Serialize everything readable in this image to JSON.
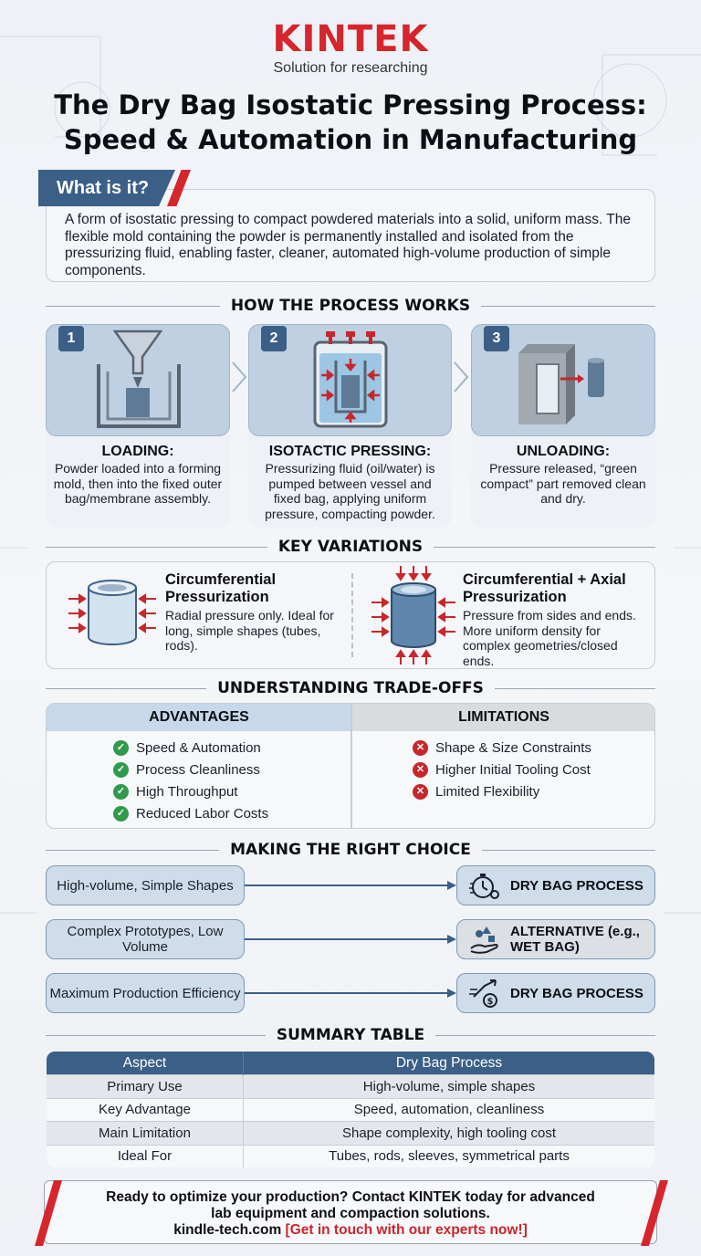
{
  "brand": {
    "logo": "KINTEK",
    "tagline": "Solution for researching"
  },
  "title": {
    "line1": "The Dry Bag Isostatic Pressing Process:",
    "line2": "Speed & Automation in Manufacturing"
  },
  "what": {
    "label": "What is it?",
    "text": "A form of isostatic pressing to compact powdered materials into a solid, uniform mass. The flexible mold containing the powder is permanently installed and isolated from the pressurizing fluid, enabling faster, cleaner, automated high-volume production of simple components."
  },
  "process": {
    "heading": "HOW THE PROCESS WORKS",
    "steps": [
      {
        "num": "1",
        "title": "LOADING:",
        "text": "Powder loaded into a forming mold, then into the fixed outer bag/membrane assembly."
      },
      {
        "num": "2",
        "title": "ISOTACTIC PRESSING:",
        "text": "Pressurizing fluid (oil/water) is pumped between vessel and fixed bag, applying uniform pressure, compacting powder."
      },
      {
        "num": "3",
        "title": "UNLOADING:",
        "text": "Pressure released, “green compact” part removed clean and dry."
      }
    ]
  },
  "variations": {
    "heading": "KEY VARIATIONS",
    "items": [
      {
        "title": "Circumferential Pressurization",
        "text": "Radial pressure only. Ideal for long, simple shapes (tubes, rods)."
      },
      {
        "title": "Circumferential + Axial Pressurization",
        "text": "Pressure from sides and ends. More uniform density for complex geometries/closed ends."
      }
    ]
  },
  "tradeoffs": {
    "heading": "UNDERSTANDING TRADE-OFFS",
    "advantages_label": "ADVANTAGES",
    "limitations_label": "LIMITATIONS",
    "advantages": [
      "Speed & Automation",
      "Process Cleanliness",
      "High Throughput",
      "Reduced Labor Costs"
    ],
    "limitations": [
      "Shape & Size Constraints",
      "Higher Initial Tooling Cost",
      "Limited Flexibility"
    ]
  },
  "choice": {
    "heading": "MAKING THE RIGHT CHOICE",
    "rows": [
      {
        "left": "High-volume, Simple Shapes",
        "right": "DRY BAG PROCESS",
        "icon": "stopwatch-gear-icon",
        "bg": "#cfdcea"
      },
      {
        "left": "Complex Prototypes, Low Volume",
        "right": "ALTERNATIVE (e.g., WET BAG)",
        "icon": "hand-shapes-icon",
        "bg": "#dcdfe3"
      },
      {
        "left": "Maximum Production Efficiency",
        "right": "DRY BAG PROCESS",
        "icon": "growth-dollar-icon",
        "bg": "#cfdcea"
      }
    ]
  },
  "summary": {
    "heading": "SUMMARY TABLE",
    "columns": [
      "Aspect",
      "Dry Bag Process"
    ],
    "rows": [
      [
        "Primary Use",
        "High-volume, simple shapes"
      ],
      [
        "Key Advantage",
        "Speed, automation, cleanliness"
      ],
      [
        "Main Limitation",
        "Shape complexity, high tooling cost"
      ],
      [
        "Ideal For",
        "Tubes, rods, sleeves, symmetrical parts"
      ]
    ]
  },
  "footer": {
    "line1": "Ready to optimize your production? Contact KINTEK today for advanced lab equipment and compaction solutions.",
    "site": "kindle-tech.com",
    "cta": "[Get in touch with our experts now!]"
  },
  "colors": {
    "brand_red": "#d6252d",
    "navy": "#3b5f86",
    "light_blue": "#bfd0e2",
    "check_green": "#2f9a4c"
  }
}
